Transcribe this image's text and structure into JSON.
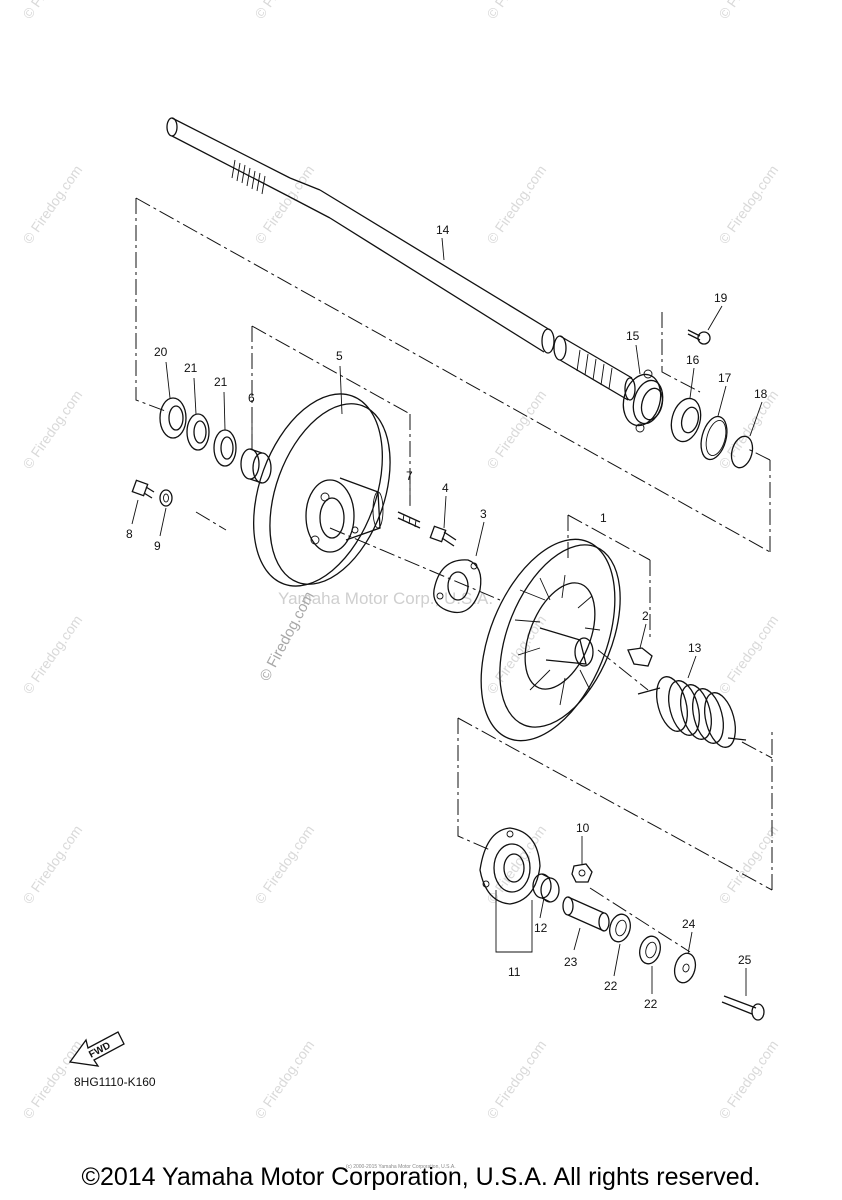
{
  "diagram": {
    "part_code": "8HG1110-K160",
    "fwd_label": "FWD",
    "center_watermark": "Yamaha Motor Corp., U.S.A.",
    "side_watermark": "© Firedog.com",
    "tile_watermark": "© Firedog.com",
    "fine_print": "(c) 2000-2015 Yamaha Motor Corporation, U.S.A.",
    "callouts": {
      "c1": "1",
      "c2": "2",
      "c3": "3",
      "c4": "4",
      "c5": "5",
      "c6": "6",
      "c7": "7",
      "c8": "8",
      "c9": "9",
      "c10": "10",
      "c11": "11",
      "c12": "12",
      "c13": "13",
      "c14": "14",
      "c15": "15",
      "c16": "16",
      "c17": "17",
      "c18": "18",
      "c19": "19",
      "c20": "20",
      "c21a": "21",
      "c21b": "21",
      "c22a": "22",
      "c22b": "22",
      "c23": "23",
      "c24": "24",
      "c25": "25"
    }
  },
  "footer": {
    "copyright": "©2014 Yamaha Motor Corporation, U.S.A. All rights reserved."
  }
}
